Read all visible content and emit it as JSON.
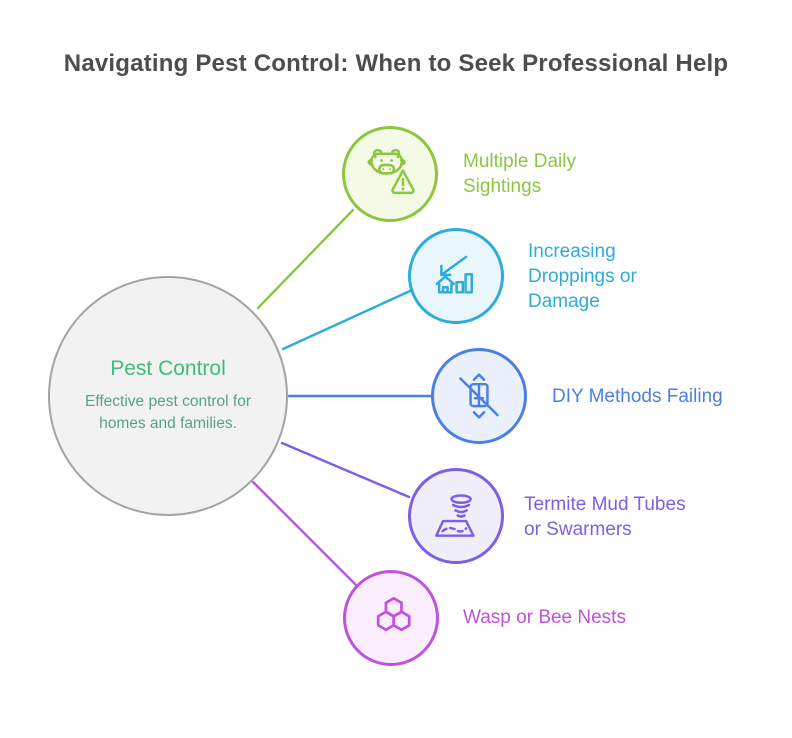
{
  "title": "Navigating Pest Control: When to Seek Professional Help",
  "title_color": "#4D4D4D",
  "center": {
    "title": "Pest Control",
    "subtitle": "Effective pest control for homes and families.",
    "title_color": "#3DBD7D",
    "subtitle_color": "#57A287",
    "fill": "#F2F2F2",
    "border": "#A3A3A3"
  },
  "items": [
    {
      "label": "Multiple Daily Sightings",
      "icon": "cow-alert-icon",
      "color": "#8CC63F",
      "bg": "#F3FAE5"
    },
    {
      "label": "Increasing Droppings or Damage",
      "icon": "house-decline-chart-icon",
      "color": "#2BACD9",
      "bg": "#E9F6FB"
    },
    {
      "label": "DIY Methods Failing",
      "icon": "no-resize-box-icon",
      "color": "#4C7FE4",
      "bg": "#EAF1FD"
    },
    {
      "label": "Termite Mud Tubes or Swarmers",
      "icon": "termite-tornado-icon",
      "color": "#7E5EE4",
      "bg": "#F1EEFC"
    },
    {
      "label": "Wasp or Bee Nests",
      "icon": "honeycomb-icon",
      "color": "#BF53DB",
      "bg": "#FAEEFC"
    }
  ]
}
